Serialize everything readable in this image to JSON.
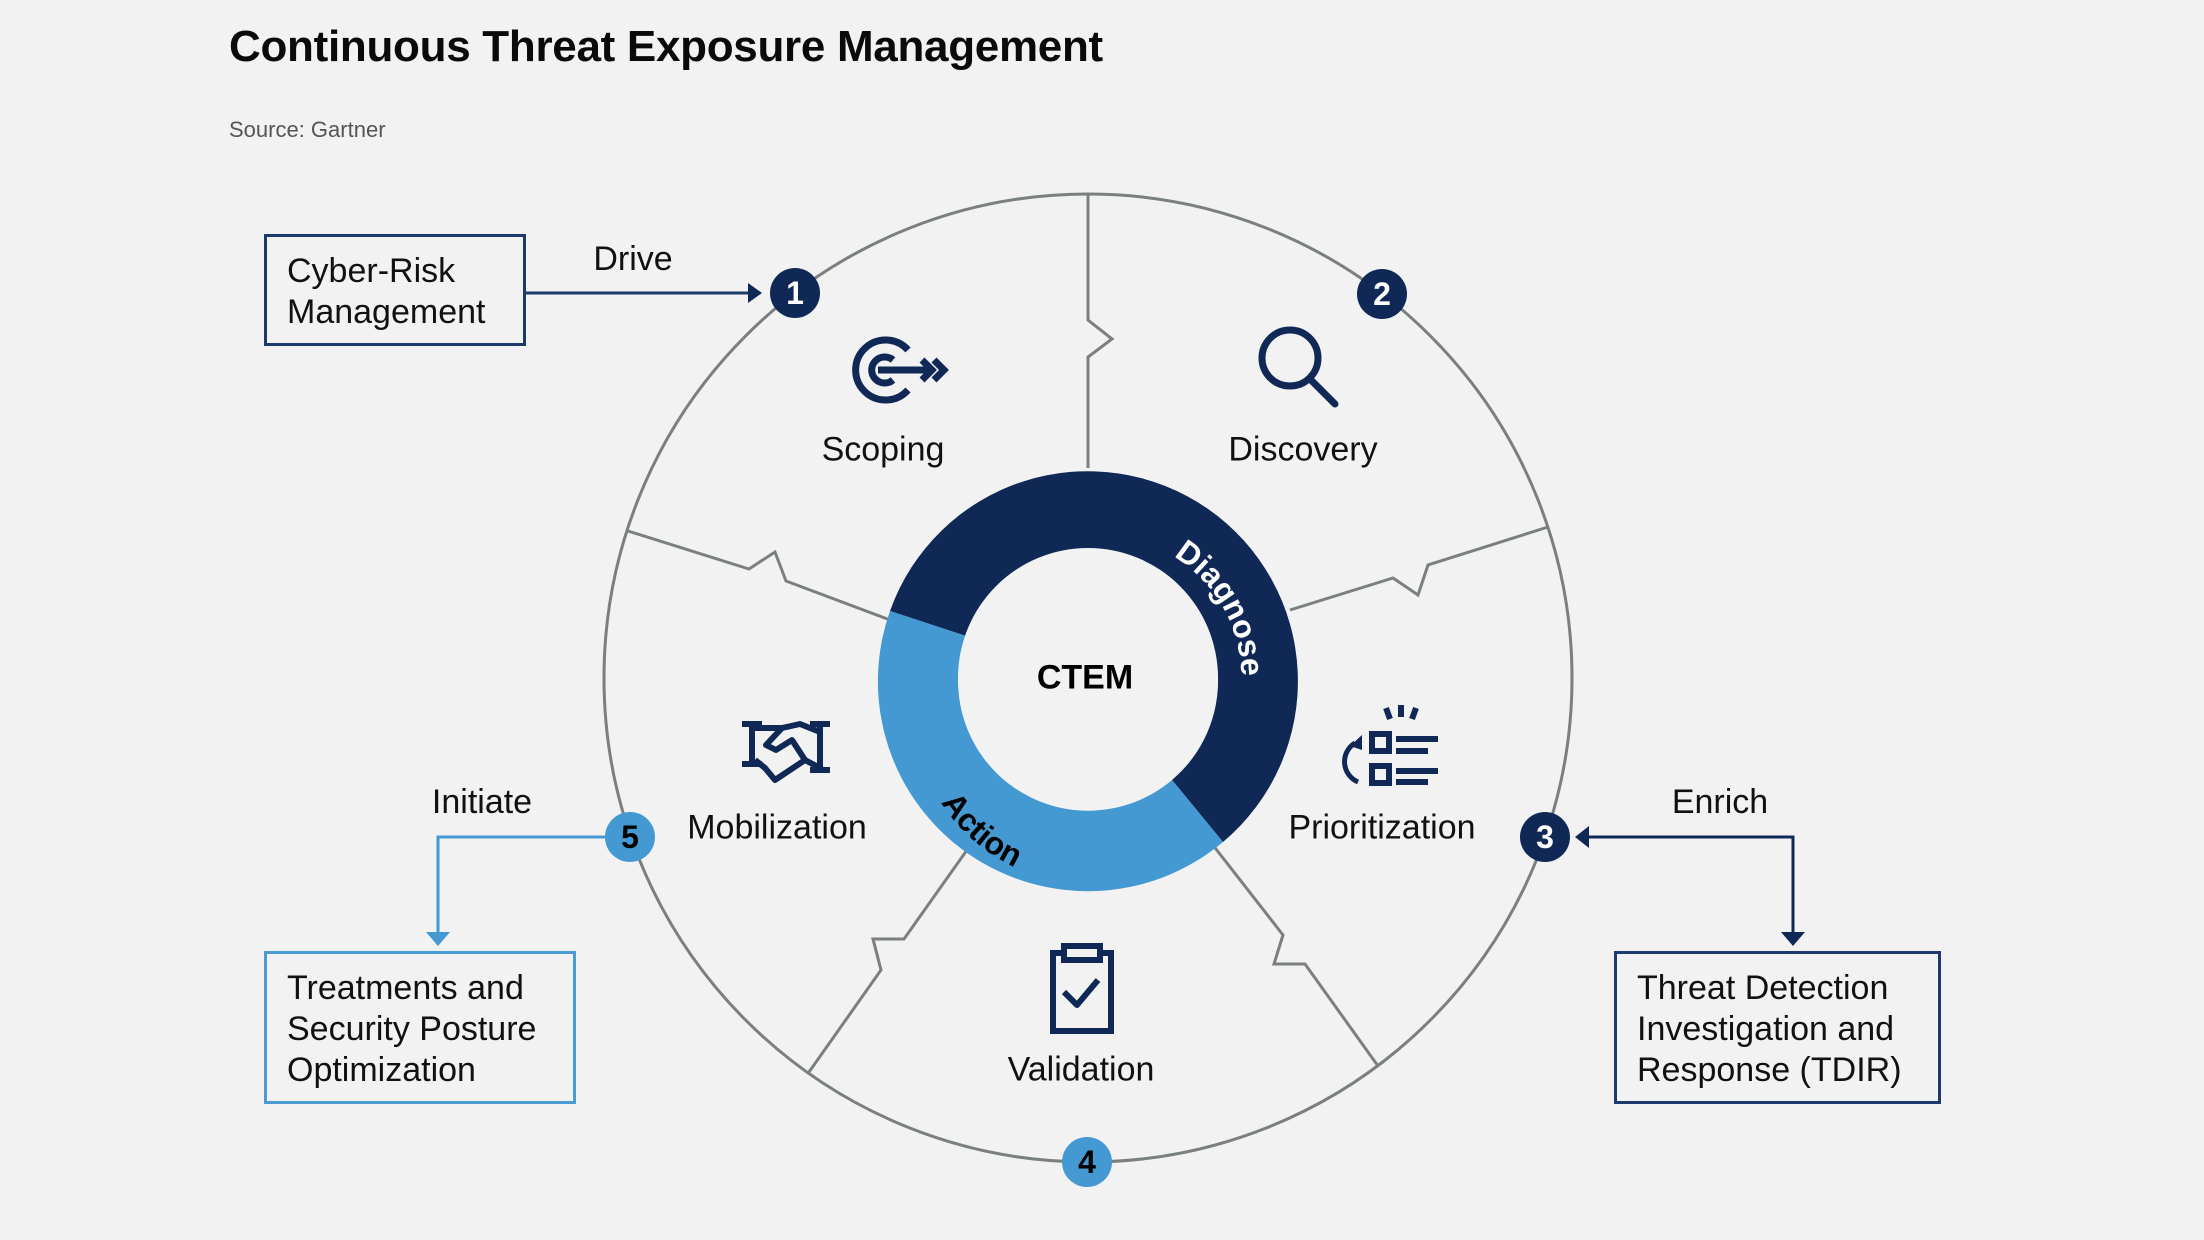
{
  "title": "Continuous Threat Exposure Management",
  "source": "Source: Gartner",
  "colors": {
    "navy": "#0f2855",
    "light_blue": "#4499d3",
    "divider_gray": "#7a7f80",
    "background": "#f2f2f2"
  },
  "center": {
    "label": "CTEM",
    "ring": [
      {
        "label": "Diagnose",
        "color": "#0f2855"
      },
      {
        "label": "Action",
        "color": "#4499d3"
      }
    ]
  },
  "stages": [
    {
      "number": "1",
      "label": "Scoping",
      "icon": "target-arrow-icon"
    },
    {
      "number": "2",
      "label": "Discovery",
      "icon": "magnifier-icon"
    },
    {
      "number": "3",
      "label": "Prioritization",
      "icon": "priority-list-icon"
    },
    {
      "number": "4",
      "label": "Validation",
      "icon": "clipboard-check-icon"
    },
    {
      "number": "5",
      "label": "Mobilization",
      "icon": "handshake-icon"
    }
  ],
  "external": {
    "cyber_risk": {
      "label": "Cyber-Risk\nManagement",
      "connector": "Drive"
    },
    "tdir": {
      "label": "Threat Detection\nInvestigation and\nResponse (TDIR)",
      "connector": "Enrich"
    },
    "treatments": {
      "label": "Treatments and\nSecurity Posture\nOptimization",
      "connector": "Initiate"
    }
  }
}
